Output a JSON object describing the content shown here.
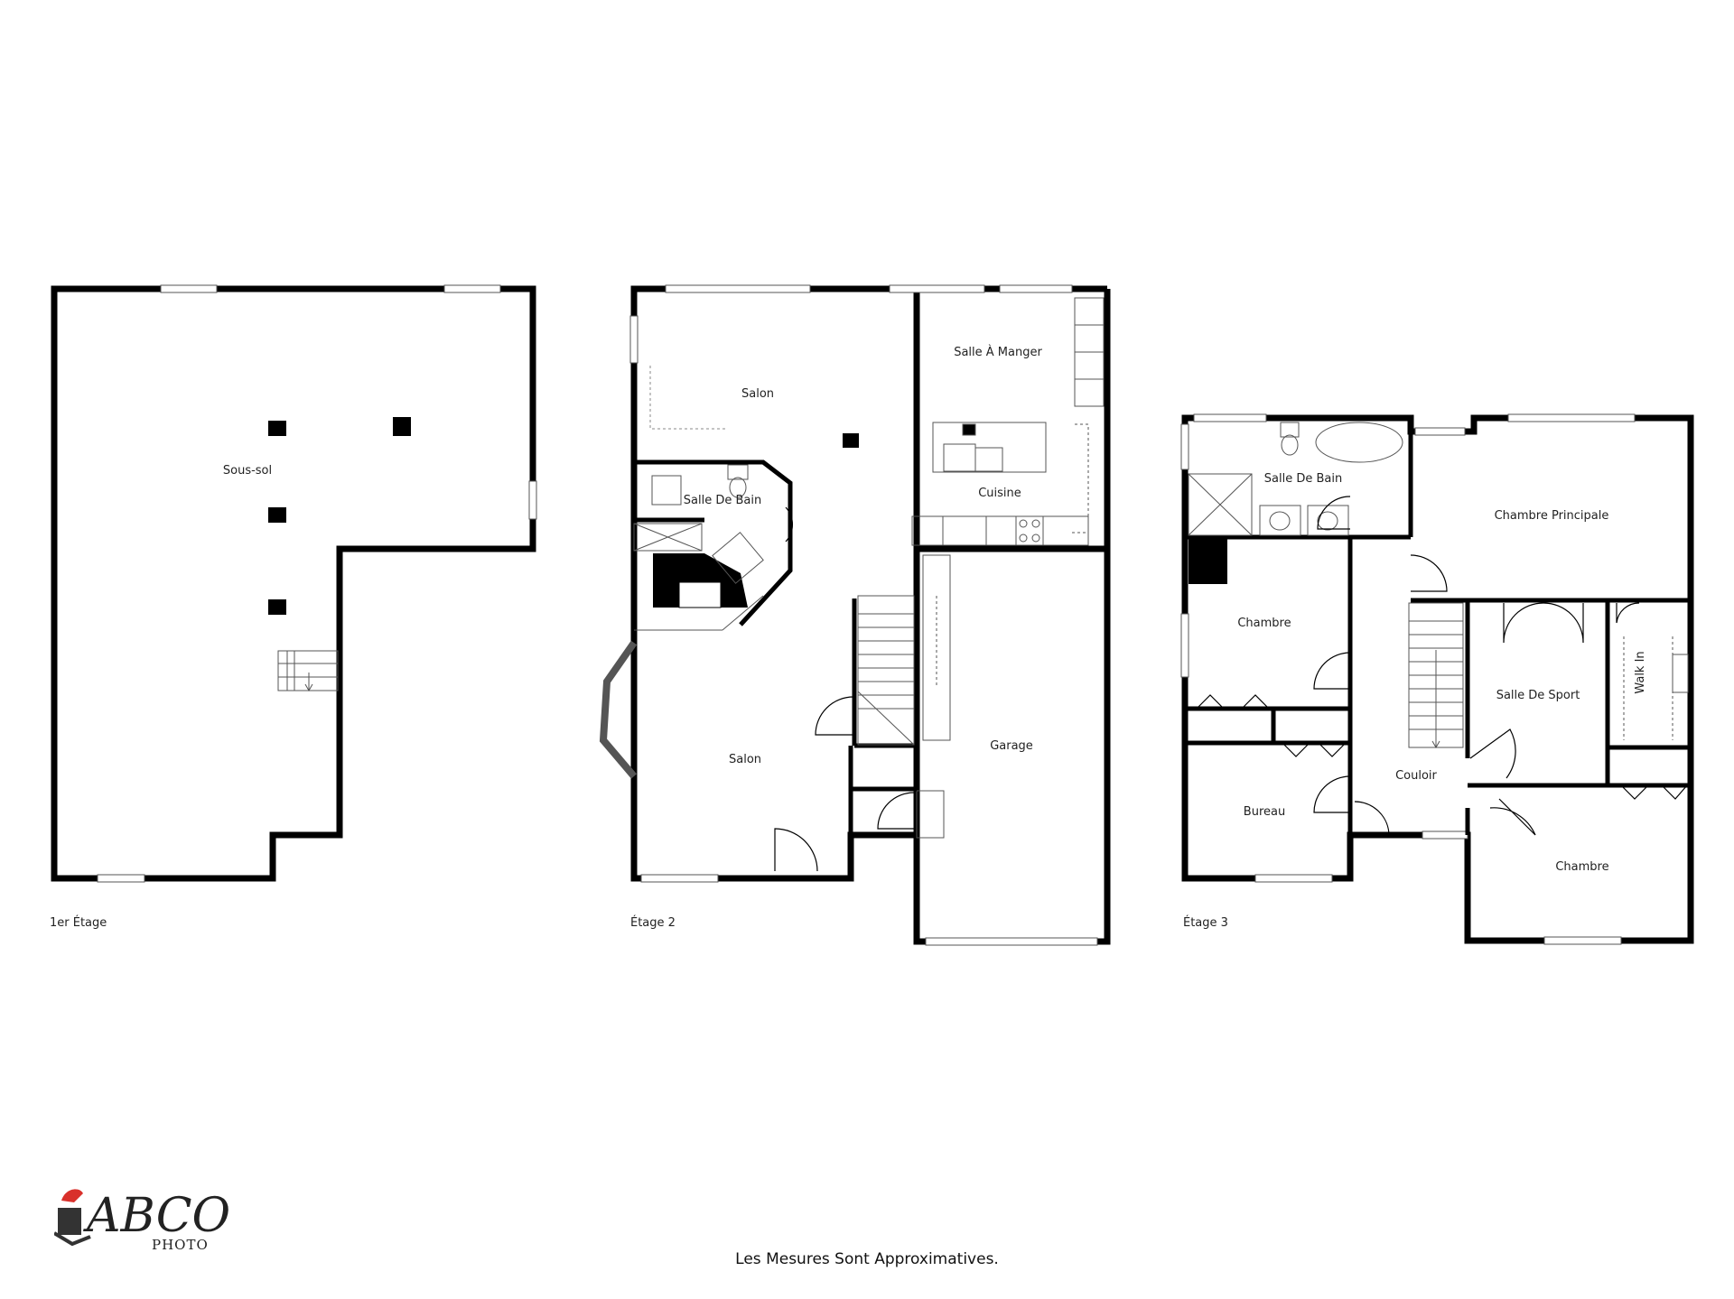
{
  "floors": [
    {
      "label": "1er Étage",
      "rooms": [
        {
          "name": "Sous-sol"
        }
      ]
    },
    {
      "label": "Étage 2",
      "rooms": [
        {
          "name": "Salon"
        },
        {
          "name": "Salle À Manger"
        },
        {
          "name": "Cuisine"
        },
        {
          "name": "Salle De Bain"
        },
        {
          "name": "Salon"
        },
        {
          "name": "Garage"
        }
      ]
    },
    {
      "label": "Étage 3",
      "rooms": [
        {
          "name": "Salle De Bain"
        },
        {
          "name": "Chambre Principale"
        },
        {
          "name": "Chambre"
        },
        {
          "name": "Salle De Sport"
        },
        {
          "name": "Walk In"
        },
        {
          "name": "Couloir"
        },
        {
          "name": "Bureau"
        },
        {
          "name": "Chambre"
        }
      ]
    }
  ],
  "footer": "Les Mesures Sont Approximatives.",
  "logo": {
    "main": "ABCO",
    "sub": "PHOTO",
    "accent_color": "#d9302b"
  },
  "colors": {
    "wall": "#000000",
    "background": "#ffffff",
    "fixture": "#555555"
  }
}
